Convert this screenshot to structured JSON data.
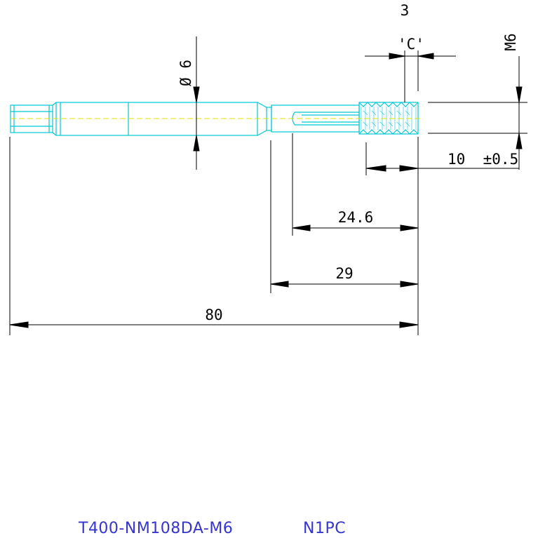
{
  "dimensions": {
    "shank_diameter": "Ø 6",
    "chamfer_length": "3",
    "chamfer_label": "'C'",
    "thread_size": "M6",
    "thread_length": "10  ±0.5",
    "flute_length": "24.6",
    "neck_length": "29",
    "overall_length": "80"
  },
  "title_block": {
    "part_number": "T400-NM108DA-M6",
    "grade": "N1PC"
  },
  "colors": {
    "outline": "#00c8d8",
    "centerline": "#e0e000",
    "dimension": "#000000",
    "title_text": "#3535d0"
  }
}
